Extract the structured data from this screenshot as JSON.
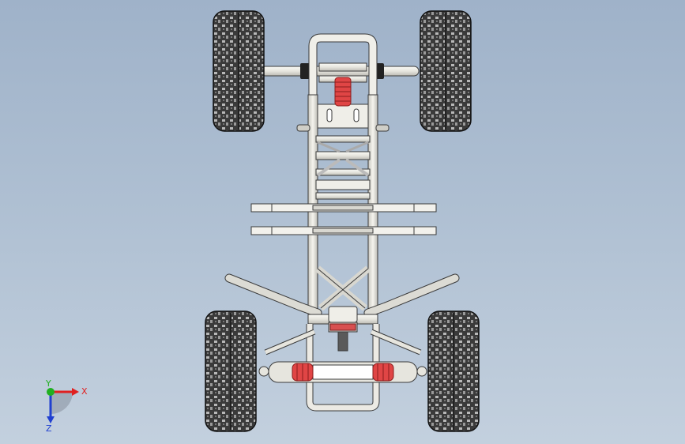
{
  "viewport": {
    "background_top": "#9fb2c9",
    "background_bottom": "#c3d0de"
  },
  "model": {
    "frame_color": "#ecebe4",
    "frame_outline": "#3a3a3a",
    "tire_color": "#2e2e2e",
    "spring_color": "#e04545"
  },
  "triad": {
    "x_label": "X",
    "y_label": "Y",
    "z_label": "Z",
    "x_color": "#e02020",
    "y_color": "#20b020",
    "z_color": "#2040d0"
  }
}
